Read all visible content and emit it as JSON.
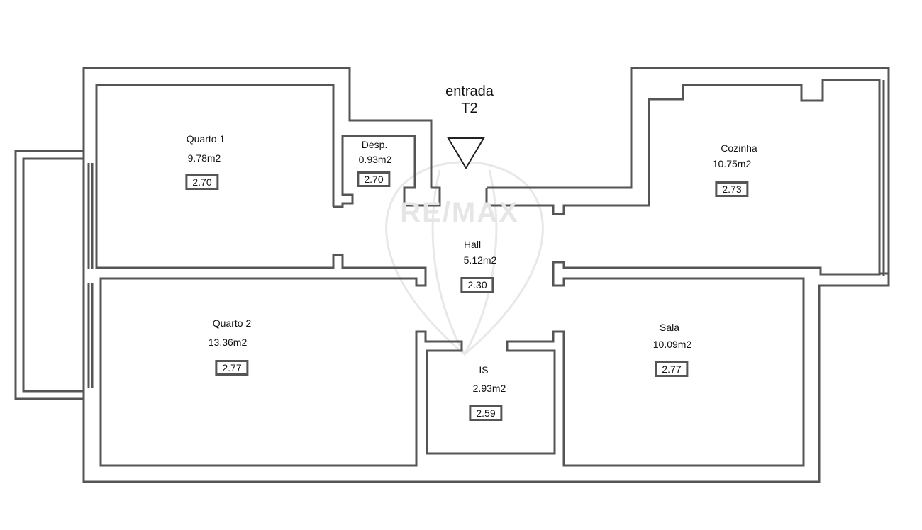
{
  "entrance": {
    "label": "entrada",
    "type": "T2"
  },
  "watermark": "RE/MAX",
  "wall_color": "#555555",
  "rooms": [
    {
      "name": "Quarto 1",
      "area": "9.78m2",
      "height": "2.70"
    },
    {
      "name": "Desp.",
      "area": "0.93m2",
      "height": "2.70"
    },
    {
      "name": "Cozinha",
      "area": "10.75m2",
      "height": "2.73"
    },
    {
      "name": "Hall",
      "area": "5.12m2",
      "height": "2.30"
    },
    {
      "name": "Quarto 2",
      "area": "13.36m2",
      "height": "2.77"
    },
    {
      "name": "IS",
      "area": "2.93m2",
      "height": "2.59"
    },
    {
      "name": "Sala",
      "area": "10.09m2",
      "height": "2.77"
    }
  ]
}
